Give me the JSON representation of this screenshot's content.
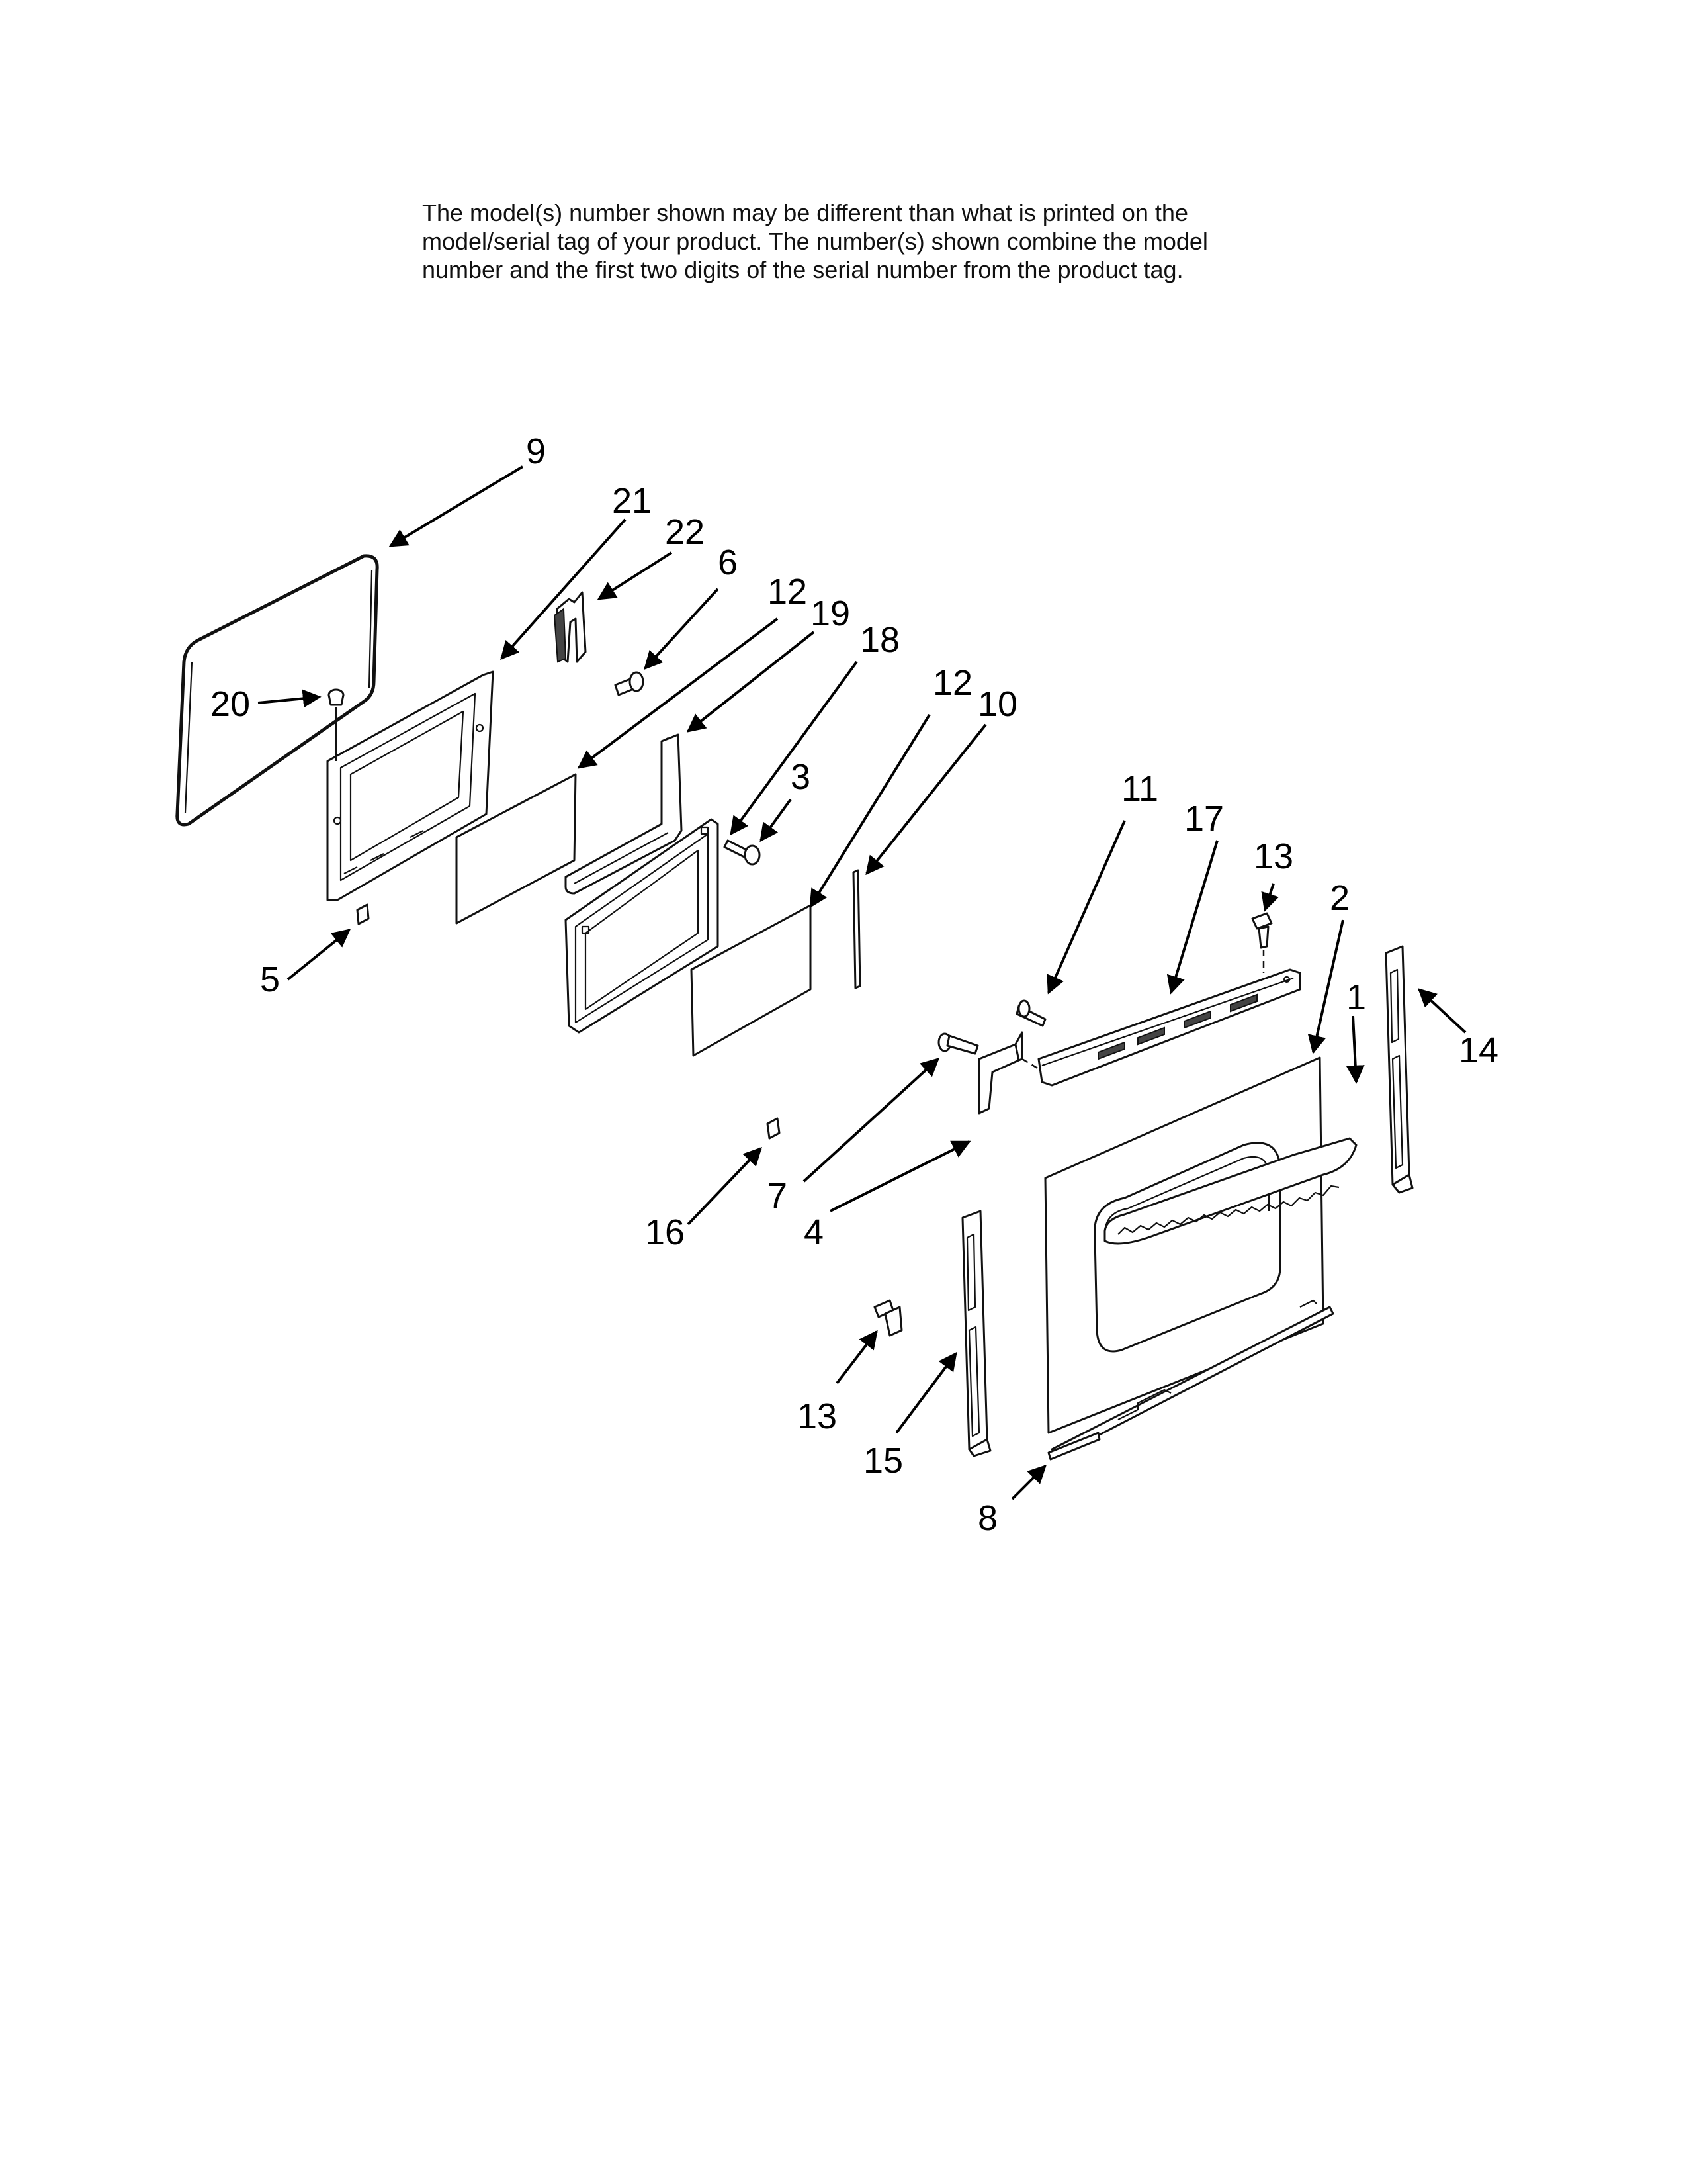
{
  "note": {
    "line1": "The model(s) number shown may be different than what is printed on the",
    "line2": "model/serial tag of your product. The number(s) shown combine the model",
    "line3": "number and the first two digits of the serial number from the product tag."
  },
  "callouts": {
    "c9": "9",
    "c21": "21",
    "c22": "22",
    "c6": "6",
    "c12a": "12",
    "c19": "19",
    "c18": "18",
    "c20": "20",
    "c5": "5",
    "c3": "3",
    "c12b": "12",
    "c10": "10",
    "c11": "11",
    "c17": "17",
    "c13a": "13",
    "c2": "2",
    "c1": "1",
    "c14": "14",
    "c16": "16",
    "c7": "7",
    "c4": "4",
    "c13b": "13",
    "c15": "15",
    "c8": "8"
  }
}
